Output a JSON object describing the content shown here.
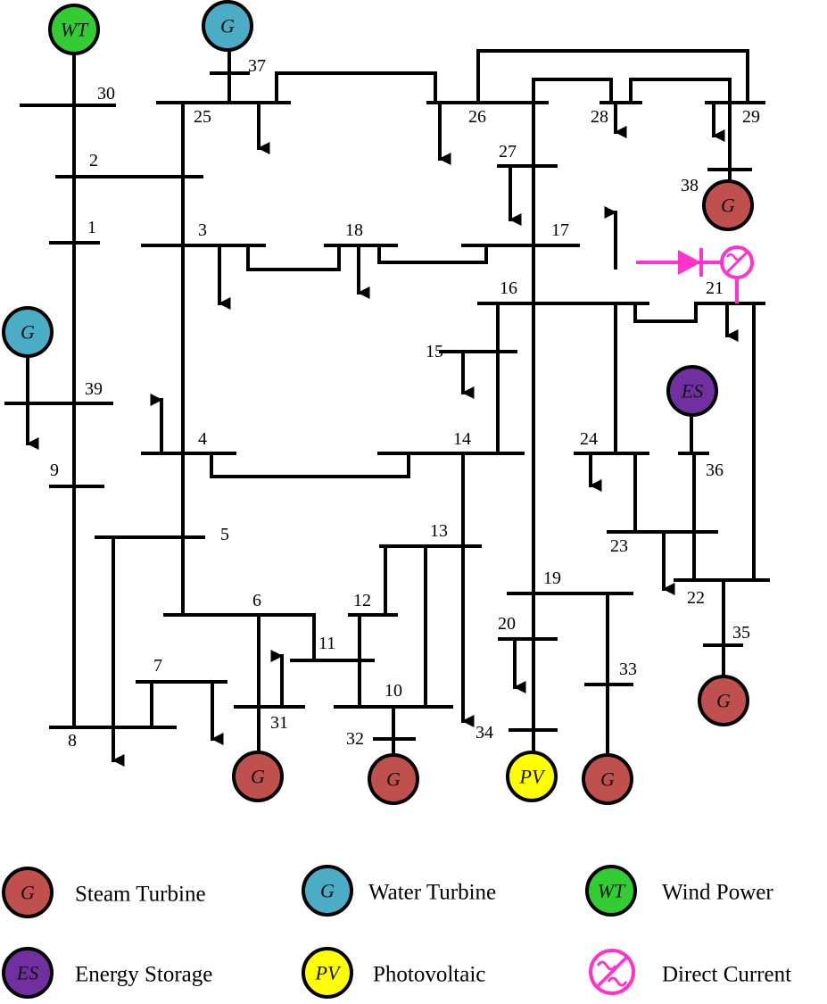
{
  "colors": {
    "steam": "#c0504d",
    "water": "#4bacc6",
    "wind": "#33cc33",
    "storage": "#7030a0",
    "pv": "#ffff00",
    "dc": "#ff33cc",
    "line": "#000000"
  },
  "bus_numbers": {
    "b1": "1",
    "b2": "2",
    "b3": "3",
    "b4": "4",
    "b5": "5",
    "b6": "6",
    "b7": "7",
    "b8": "8",
    "b9": "9",
    "b10": "10",
    "b11": "11",
    "b12": "12",
    "b13": "13",
    "b14": "14",
    "b15": "15",
    "b16": "16",
    "b17": "17",
    "b18": "18",
    "b19": "19",
    "b20": "20",
    "b21": "21",
    "b22": "22",
    "b23": "23",
    "b24": "24",
    "b25": "25",
    "b26": "26",
    "b27": "27",
    "b28": "28",
    "b29": "29",
    "b30": "30",
    "b31": "31",
    "b32": "32",
    "b33": "33",
    "b34": "34",
    "b35": "35",
    "b36": "36",
    "b37": "37",
    "b38": "38",
    "b39": "39"
  },
  "generator_labels": {
    "wt": "WT",
    "g": "G",
    "es": "ES",
    "pv": "PV"
  },
  "legend": {
    "steam": {
      "symbol": "G",
      "label": "Steam Turbine"
    },
    "water": {
      "symbol": "G",
      "label": "Water Turbine"
    },
    "wind": {
      "symbol": "WT",
      "label": "Wind Power"
    },
    "storage": {
      "symbol": "ES",
      "label": "Energy Storage"
    },
    "pv": {
      "symbol": "PV",
      "label": "Photovoltaic"
    },
    "dc": {
      "label": "Direct Current"
    }
  }
}
